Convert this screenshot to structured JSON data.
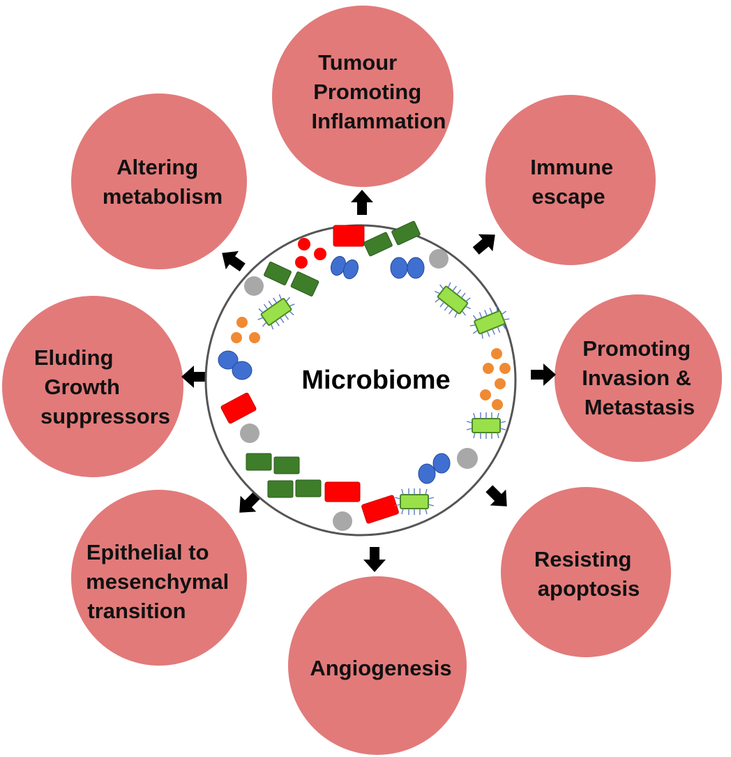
{
  "diagram": {
    "center": {
      "label": "Microbiome"
    },
    "hallmarks": [
      {
        "id": "tumour-promoting-inflammation",
        "lines": [
          "Tumour",
          "Promoting",
          "Inflammation"
        ]
      },
      {
        "id": "immune-escape",
        "lines": [
          "Immune",
          "escape"
        ]
      },
      {
        "id": "promoting-invasion-metastasis",
        "lines": [
          "Promoting",
          "Invasion &",
          "Metastasis"
        ]
      },
      {
        "id": "resisting-apoptosis",
        "lines": [
          "Resisting",
          "apoptosis"
        ]
      },
      {
        "id": "angiogenesis",
        "lines": [
          "Angiogenesis"
        ]
      },
      {
        "id": "epithelial-mesenchymal-transition",
        "lines": [
          "Epithelial to",
          "mesenchymal",
          "transition"
        ]
      },
      {
        "id": "eluding-growth-suppressors",
        "lines": [
          "Eluding",
          "Growth",
          "suppressors"
        ]
      },
      {
        "id": "altering-metabolism",
        "lines": [
          "Altering",
          "metabolism"
        ]
      }
    ],
    "colors": {
      "hallmark_fill": "#e27a7a",
      "ring_stroke": "#555555",
      "arrow": "#000000",
      "red_bacteria": "#ff0000",
      "dark_green_bacteria": "#3e7d2a",
      "light_green_bacillus": "#99e04a",
      "blue_diplococcus": "#3f6fd0",
      "orange_cocci": "#f08a32",
      "grey_cell": "#a8a8a8"
    }
  }
}
